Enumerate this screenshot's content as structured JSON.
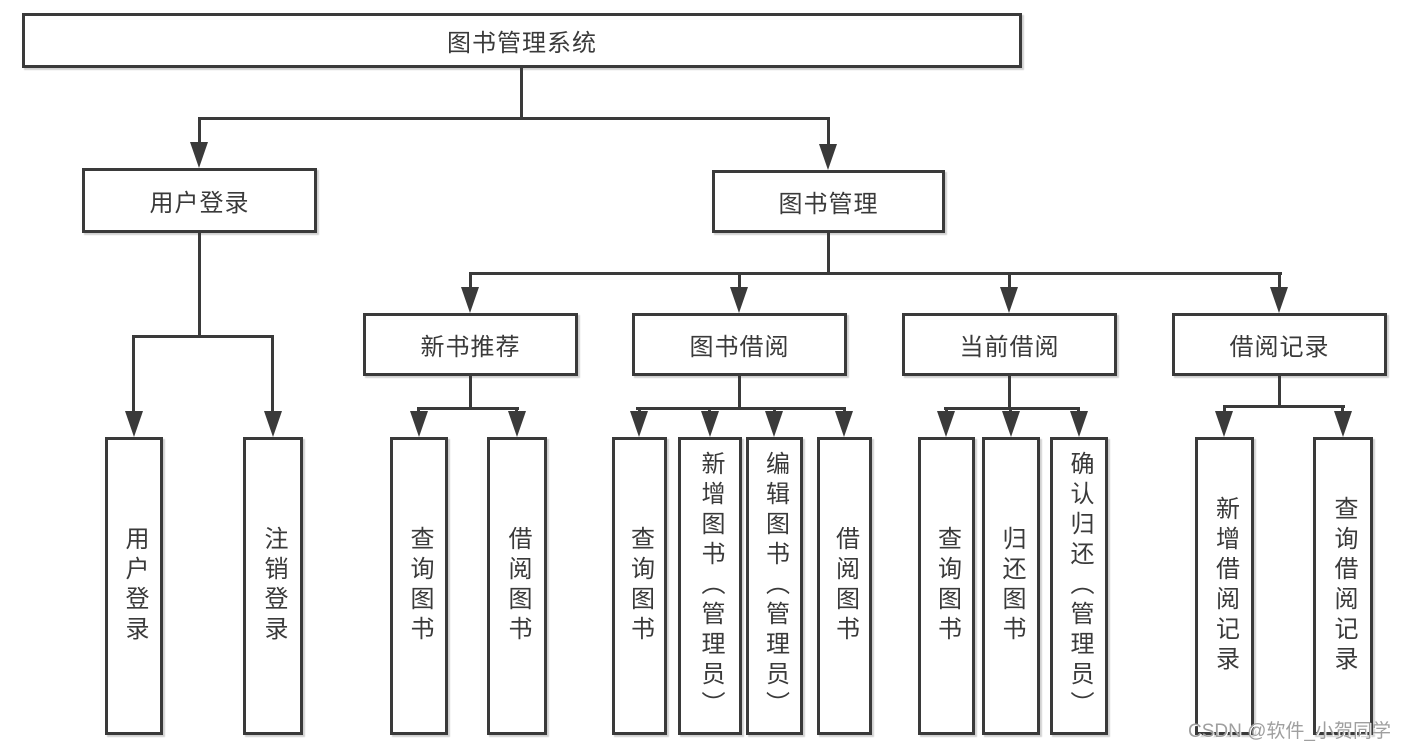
{
  "colors": {
    "line": "#3a3a3a",
    "text": "#3a3a3a",
    "watermark": "#9f9f9f",
    "background": "#ffffff"
  },
  "watermark": {
    "text": "CSDN @软件_小贺同学"
  },
  "tree": {
    "root": "图书管理系统",
    "branches": [
      {
        "label": "用户登录",
        "children": [
          "用户登录",
          "注销登录"
        ]
      },
      {
        "label": "图书管理",
        "children": [
          {
            "label": "新书推荐",
            "children": [
              "查询图书",
              "借阅图书"
            ]
          },
          {
            "label": "图书借阅",
            "children": [
              "查询图书",
              "新增图书（管理员）",
              "编辑图书（管理员）",
              "借阅图书"
            ]
          },
          {
            "label": "当前借阅",
            "children": [
              "查询图书",
              "归还图书",
              "确认归还（管理员）"
            ]
          },
          {
            "label": "借阅记录",
            "children": [
              "新增借阅记录",
              "查询借阅记录"
            ]
          }
        ]
      }
    ]
  }
}
